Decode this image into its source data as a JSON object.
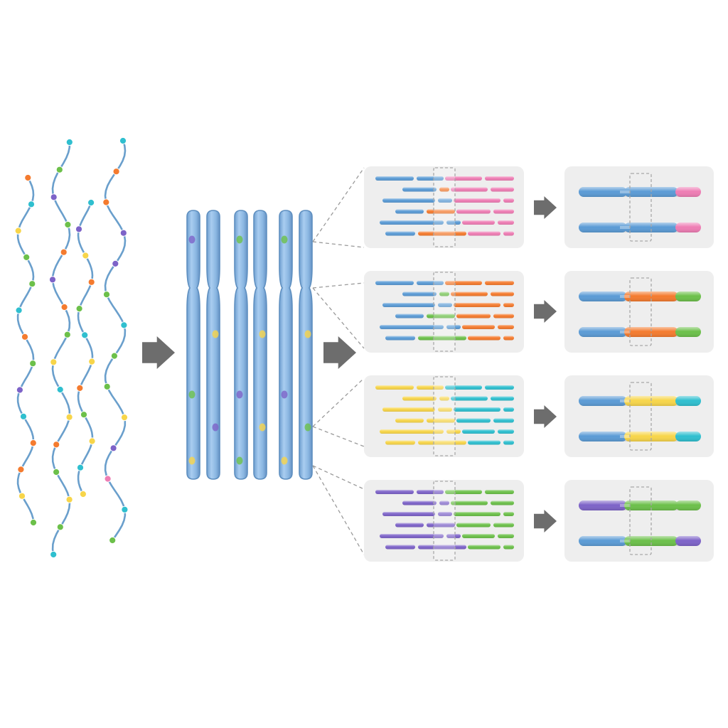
{
  "colors": {
    "strand": "#6a9fcc",
    "chromosome": "#8cb8e2",
    "chromosome_edge": "#5e8fc0",
    "panel_bg": "#eeeeee",
    "arrow": "#6d6d6d",
    "connector": "#9a9a9a",
    "window": "#a8a8a8",
    "blue": "#5b9bd5",
    "pink": "#ee7db4",
    "green": "#6cc04a",
    "orange": "#f47b2f",
    "yellow": "#f7d54a",
    "teal": "#2fbfcf",
    "purple": "#7d63c8"
  },
  "stage1": {
    "strands": [
      {
        "name": "strand-1",
        "markers": [
          "orange",
          "teal",
          "yellow",
          "green",
          "green",
          "teal",
          "orange",
          "green",
          "purple",
          "teal",
          "orange",
          "orange",
          "yellow",
          "green"
        ]
      },
      {
        "name": "strand-2",
        "markers": [
          "teal",
          "green",
          "purple",
          "green",
          "orange",
          "purple",
          "orange",
          "green",
          "yellow",
          "teal",
          "yellow",
          "orange",
          "green",
          "yellow",
          "green",
          "teal"
        ]
      },
      {
        "name": "strand-3",
        "markers": [
          "teal",
          "purple",
          "yellow",
          "orange",
          "green",
          "teal",
          "yellow",
          "orange",
          "green",
          "yellow",
          "teal",
          "yellow"
        ]
      },
      {
        "name": "strand-4",
        "markers": [
          "teal",
          "orange",
          "orange",
          "purple",
          "purple",
          "green",
          "teal",
          "green",
          "green",
          "yellow",
          "purple",
          "pink",
          "teal",
          "green"
        ]
      }
    ]
  },
  "stage2": {
    "chromosome_pairs": [
      {
        "name": "chromosome-pair-1",
        "markers": [
          "purple",
          "yellow",
          "green",
          "purple",
          "yellow"
        ]
      },
      {
        "name": "chromosome-pair-2",
        "markers": [
          "green",
          "yellow",
          "purple",
          "yellow",
          "green"
        ]
      },
      {
        "name": "chromosome-pair-3",
        "markers": [
          "green",
          "yellow",
          "purple",
          "green",
          "yellow"
        ]
      }
    ]
  },
  "stage3": {
    "panels": [
      {
        "name": "reads-panel-1",
        "left": "blue",
        "right": "pink",
        "mix": "orange"
      },
      {
        "name": "reads-panel-2",
        "left": "blue",
        "right": "orange",
        "mix": "green"
      },
      {
        "name": "reads-panel-3",
        "left": "yellow",
        "right": "teal",
        "mix": "yellow"
      },
      {
        "name": "reads-panel-4",
        "left": "purple",
        "right": "green",
        "mix": "purple"
      }
    ]
  },
  "stage4": {
    "panels": [
      {
        "name": "phased-panel-1",
        "rows": [
          [
            "blue",
            "blue",
            "pink"
          ],
          [
            "blue",
            "blue",
            "pink"
          ]
        ]
      },
      {
        "name": "phased-panel-2",
        "rows": [
          [
            "blue",
            "orange",
            "green"
          ],
          [
            "blue",
            "orange",
            "green"
          ]
        ]
      },
      {
        "name": "phased-panel-3",
        "rows": [
          [
            "blue",
            "yellow",
            "teal"
          ],
          [
            "blue",
            "yellow",
            "teal"
          ]
        ]
      },
      {
        "name": "phased-panel-4",
        "rows": [
          [
            "purple",
            "green",
            "green"
          ],
          [
            "blue",
            "green",
            "purple"
          ]
        ]
      }
    ]
  }
}
